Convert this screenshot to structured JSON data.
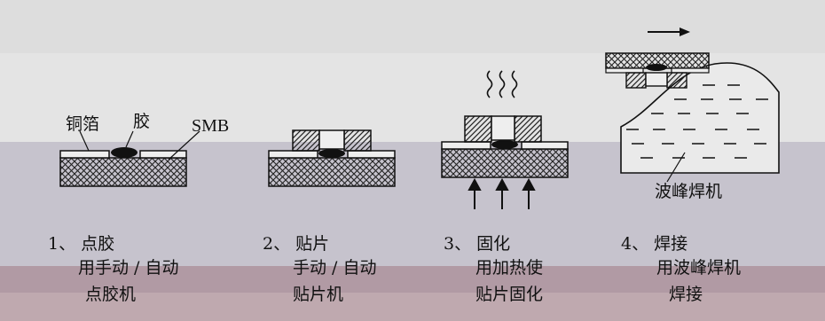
{
  "labels": {
    "copper_foil": "铜箔",
    "glue": "胶",
    "smb": "SMB",
    "wave_solder_machine": "波峰焊机"
  },
  "steps": [
    {
      "title": "1、 点胶",
      "desc_line1": "用手动 / 自动",
      "desc_line2": "点胶机"
    },
    {
      "title": "2、 贴片",
      "desc_line1": "手动 / 自动",
      "desc_line2": "贴片机"
    },
    {
      "title": "3、 固化",
      "desc_line1": "用加热使",
      "desc_line2": "贴片固化"
    },
    {
      "title": "4、 焊接",
      "desc_line1": "用波峰焊机",
      "desc_line2": "焊接"
    }
  ],
  "colors": {
    "paper": "#e4e4e4",
    "overlay_band": "#bcb8c6",
    "bottom_band": "#a07884",
    "ink": "#111111"
  }
}
